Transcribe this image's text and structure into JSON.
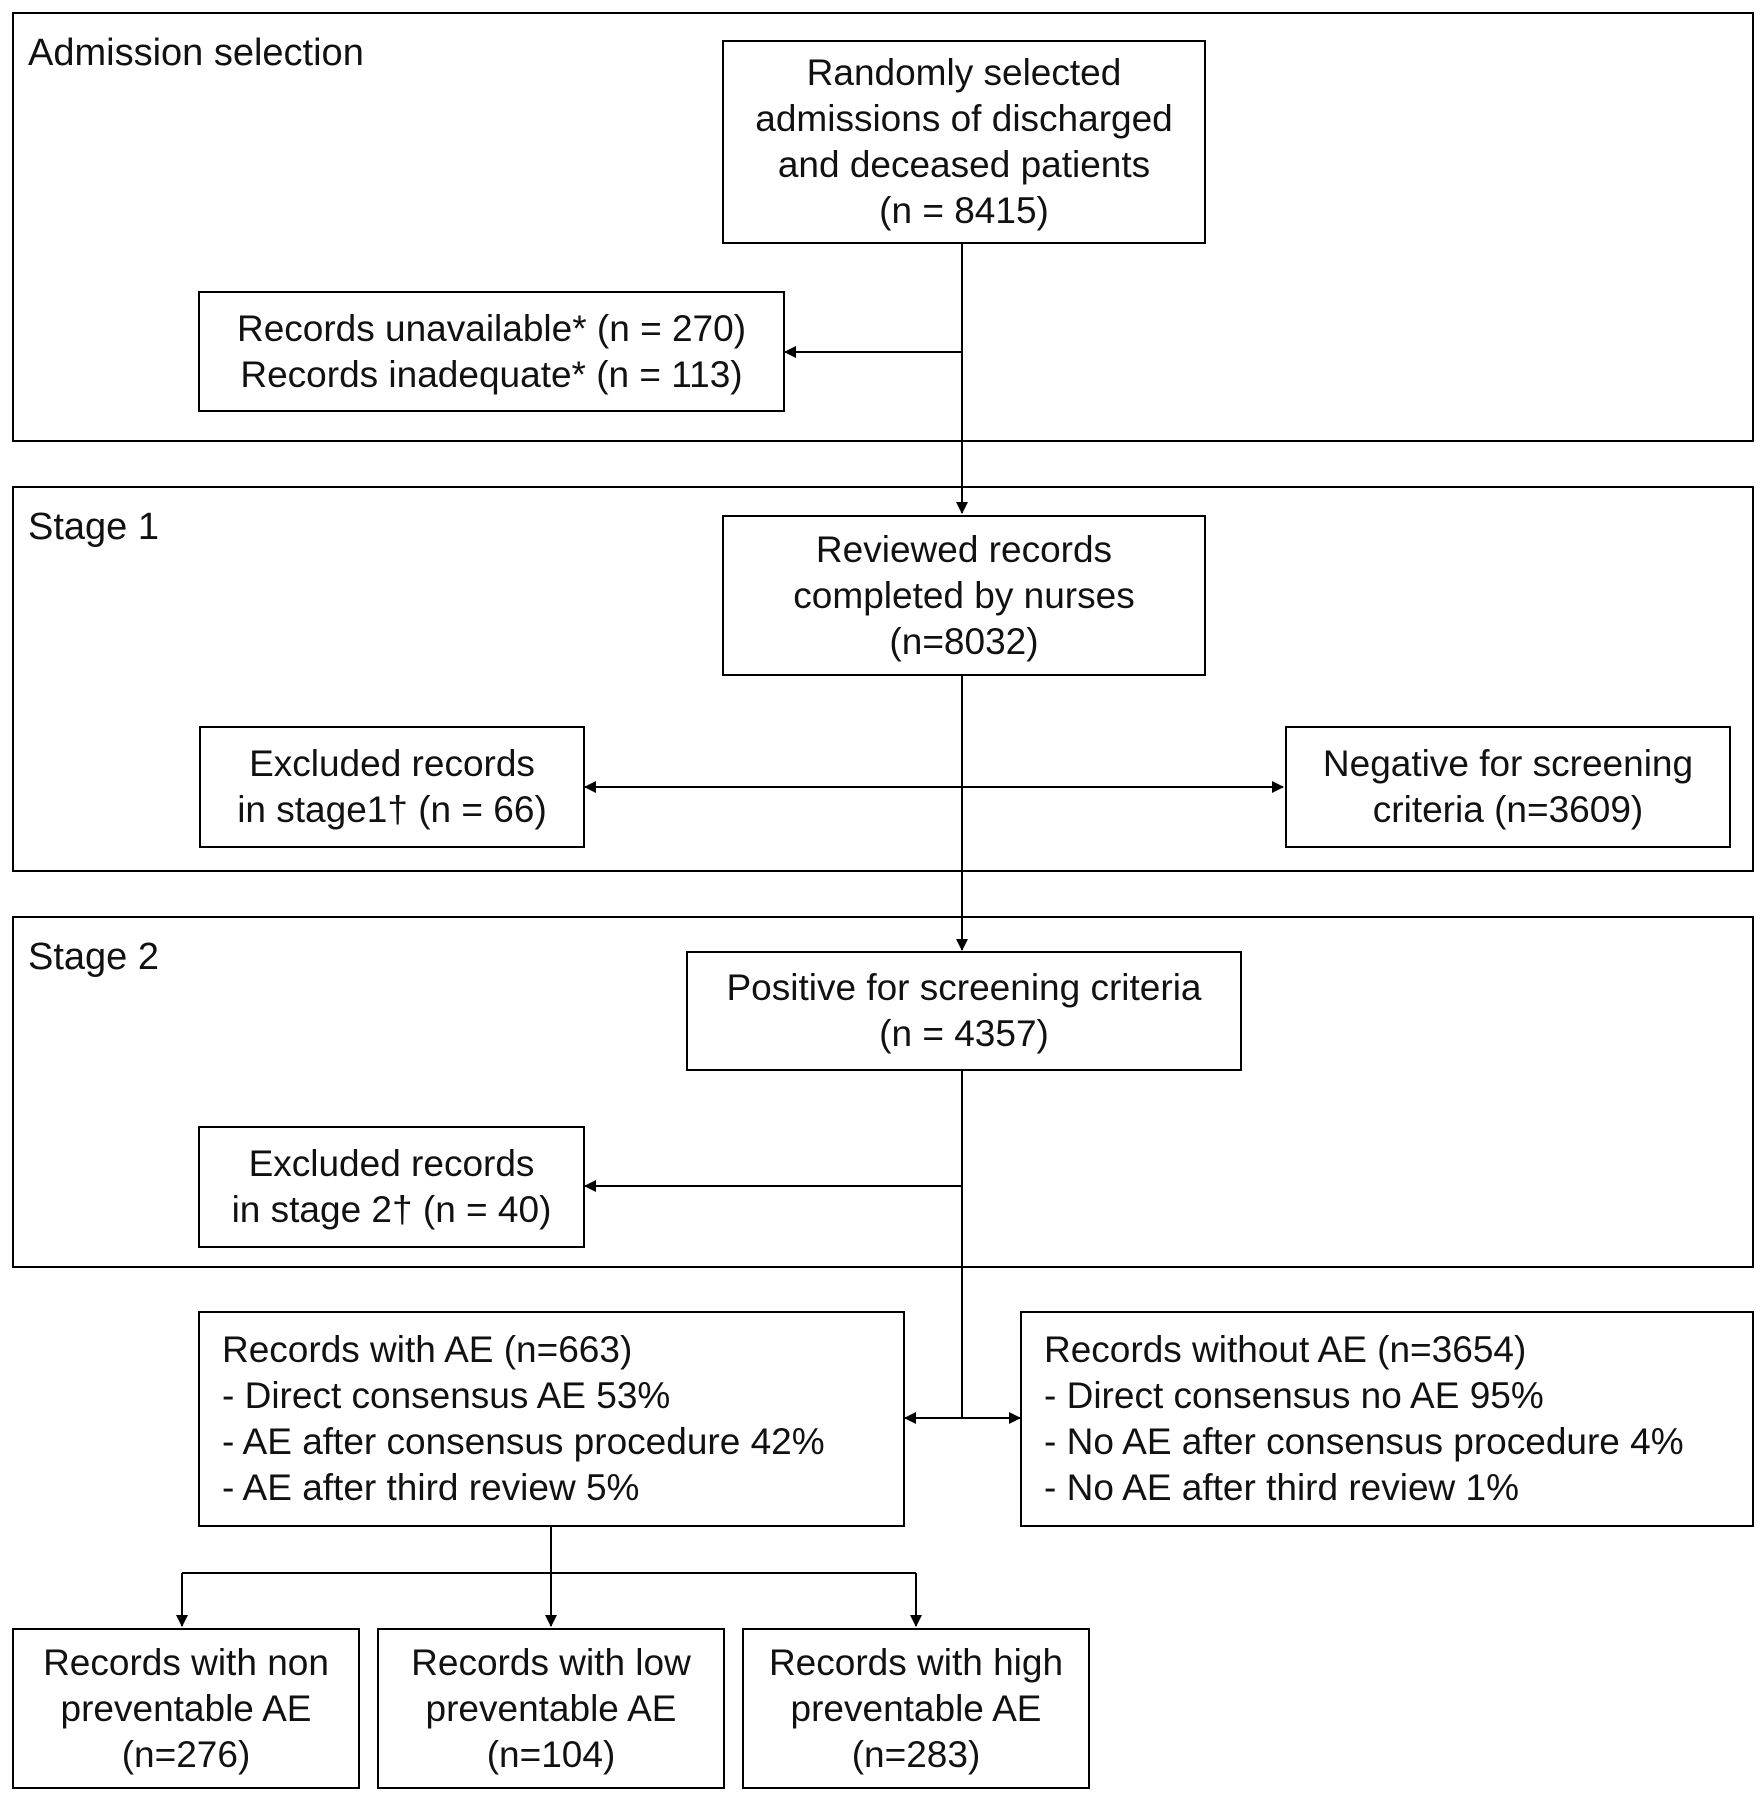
{
  "stages": {
    "admission": "Admission selection",
    "stage1": "Stage 1",
    "stage2": "Stage 2"
  },
  "boxes": {
    "random": [
      "Randomly selected",
      "admissions of discharged",
      "and deceased patients",
      "(n = 8415)"
    ],
    "unavailable": [
      "Records unavailable* (n = 270)",
      "Records inadequate* (n = 113)"
    ],
    "reviewed": [
      "Reviewed records",
      "completed by nurses",
      "(n=8032)"
    ],
    "excluded1": [
      "Excluded records",
      "in stage1† (n = 66)"
    ],
    "negative": [
      "Negative for screening",
      "criteria (n=3609)"
    ],
    "positive": [
      "Positive for screening criteria",
      "(n = 4357)"
    ],
    "excluded2": [
      "Excluded records",
      "in stage 2† (n = 40)"
    ],
    "with_ae": [
      "Records with AE (n=663)",
      "- Direct consensus AE 53%",
      "- AE after consensus procedure 42%",
      "- AE after third review 5%"
    ],
    "without_ae": [
      "Records without AE (n=3654)",
      "- Direct consensus no AE 95%",
      "- No AE after consensus procedure 4%",
      "- No AE after third review 1%"
    ],
    "non_prev": [
      "Records with non",
      "preventable AE",
      "(n=276)"
    ],
    "low_prev": [
      "Records with low",
      "preventable AE",
      "(n=104)"
    ],
    "high_prev": [
      "Records with high",
      "preventable AE",
      "(n=283)"
    ]
  }
}
